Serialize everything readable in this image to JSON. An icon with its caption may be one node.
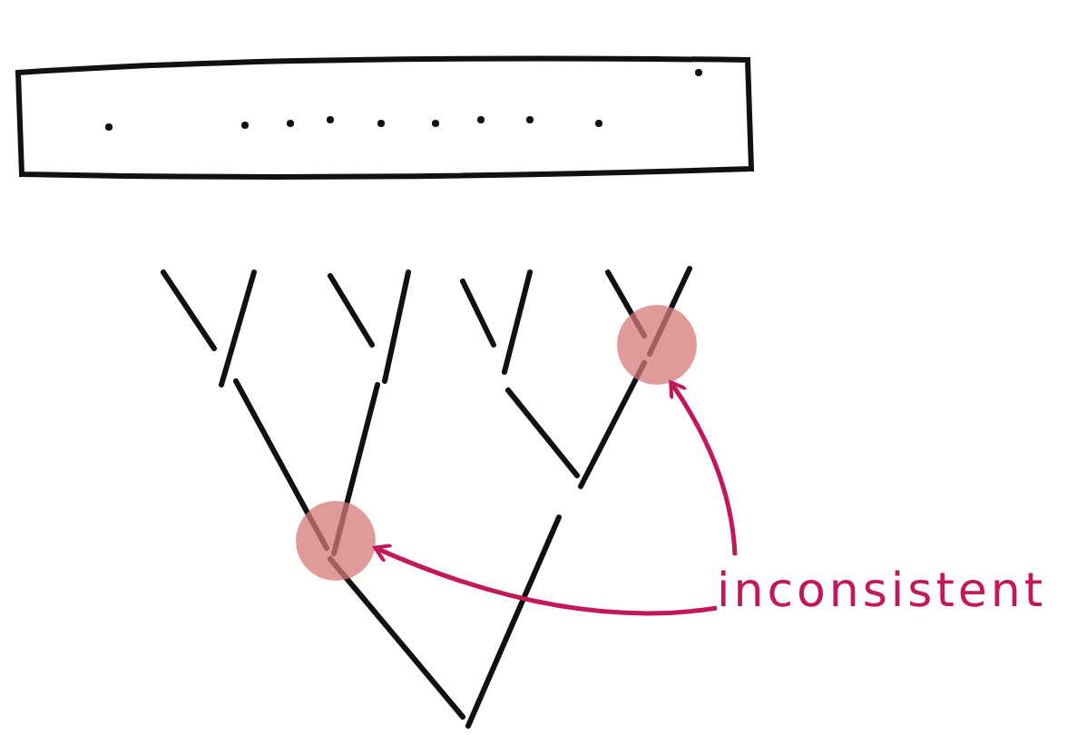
{
  "diagram": {
    "nodes": [
      {
        "text": [],
        "shape": "circle"
      },
      {
        "text": [],
        "shape": "circle"
      },
      {
        "text": [
          "inconsistent"
        ]
      }
    ],
    "edges": [
      {
        "from": 2,
        "to": 0,
        "arrow": "to",
        "color": "#c2185b"
      },
      {
        "from": 2,
        "to": 1,
        "arrow": "to",
        "color": "#c2185b"
      }
    ]
  }
}
